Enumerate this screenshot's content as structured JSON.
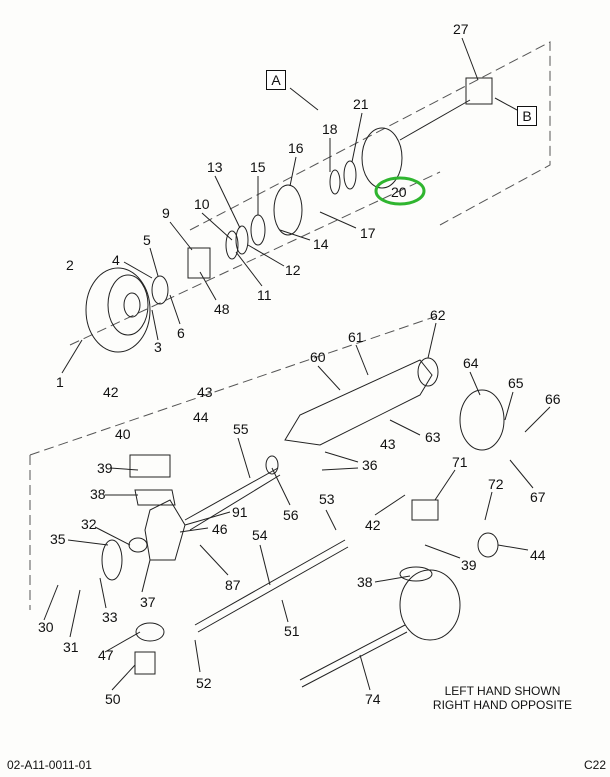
{
  "diagram": {
    "view_markers": [
      "A",
      "B"
    ],
    "highlighted_callout": "20",
    "highlight_color": "#2fb52f",
    "callouts": [
      "27",
      "21",
      "18",
      "20",
      "16",
      "15",
      "13",
      "10",
      "9",
      "17",
      "14",
      "12",
      "11",
      "5",
      "4",
      "2",
      "48",
      "6",
      "3",
      "1",
      "62",
      "61",
      "60",
      "64",
      "65",
      "66",
      "42",
      "43",
      "44",
      "40",
      "55",
      "63",
      "36",
      "39",
      "38",
      "43",
      "71",
      "72",
      "67",
      "91",
      "56",
      "53",
      "42",
      "35",
      "32",
      "46",
      "54",
      "39",
      "44",
      "87",
      "30",
      "31",
      "33",
      "37",
      "38",
      "51",
      "47",
      "52",
      "74",
      "50"
    ],
    "note_line1": "LEFT HAND SHOWN",
    "note_line2": "RIGHT HAND OPPOSITE"
  },
  "footer": {
    "drawing_number": "02-A11-0011-01",
    "sheet_code": "C22"
  }
}
